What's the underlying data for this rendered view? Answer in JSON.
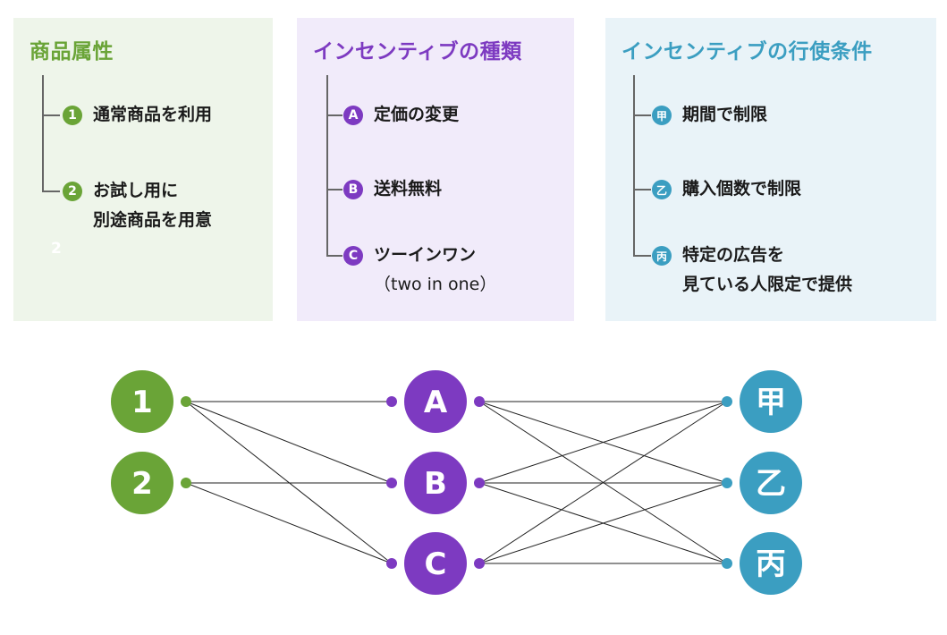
{
  "panels": {
    "attributes": {
      "title": "商品属性",
      "items": [
        {
          "badge": "1",
          "line1": "通常商品を利用",
          "line2": ""
        },
        {
          "badge": "2",
          "line1": "お試し用に",
          "line2": "別途商品を用意"
        }
      ],
      "stray_label": "2"
    },
    "types": {
      "title": "インセンティブの種類",
      "items": [
        {
          "badge": "A",
          "line1": "定価の変更",
          "line2": ""
        },
        {
          "badge": "B",
          "line1": "送料無料",
          "line2": ""
        },
        {
          "badge": "C",
          "line1": "ツーインワン",
          "line2": "（two in one）"
        }
      ]
    },
    "conditions": {
      "title": "インセンティブの行使条件",
      "items": [
        {
          "badge": "甲",
          "line1": "期間で制限",
          "line2": ""
        },
        {
          "badge": "乙",
          "line1": "購入個数で制限",
          "line2": ""
        },
        {
          "badge": "丙",
          "line1": "特定の広告を",
          "line2": "見ている人限定で提供"
        }
      ]
    }
  },
  "diagram": {
    "colors": {
      "green": "#6aa437",
      "purple": "#7d3ac1",
      "teal": "#3b9ec1",
      "line": "#222222"
    },
    "left_nodes": [
      "1",
      "2"
    ],
    "middle_nodes": [
      "A",
      "B",
      "C"
    ],
    "right_nodes": [
      "甲",
      "乙",
      "丙"
    ],
    "left_links": [
      [
        "1",
        "A"
      ],
      [
        "1",
        "B"
      ],
      [
        "1",
        "C"
      ],
      [
        "2",
        "B"
      ],
      [
        "2",
        "C"
      ]
    ],
    "right_links": [
      [
        "A",
        "甲"
      ],
      [
        "A",
        "乙"
      ],
      [
        "A",
        "丙"
      ],
      [
        "B",
        "甲"
      ],
      [
        "B",
        "乙"
      ],
      [
        "B",
        "丙"
      ],
      [
        "C",
        "甲"
      ],
      [
        "C",
        "乙"
      ],
      [
        "C",
        "丙"
      ]
    ]
  }
}
